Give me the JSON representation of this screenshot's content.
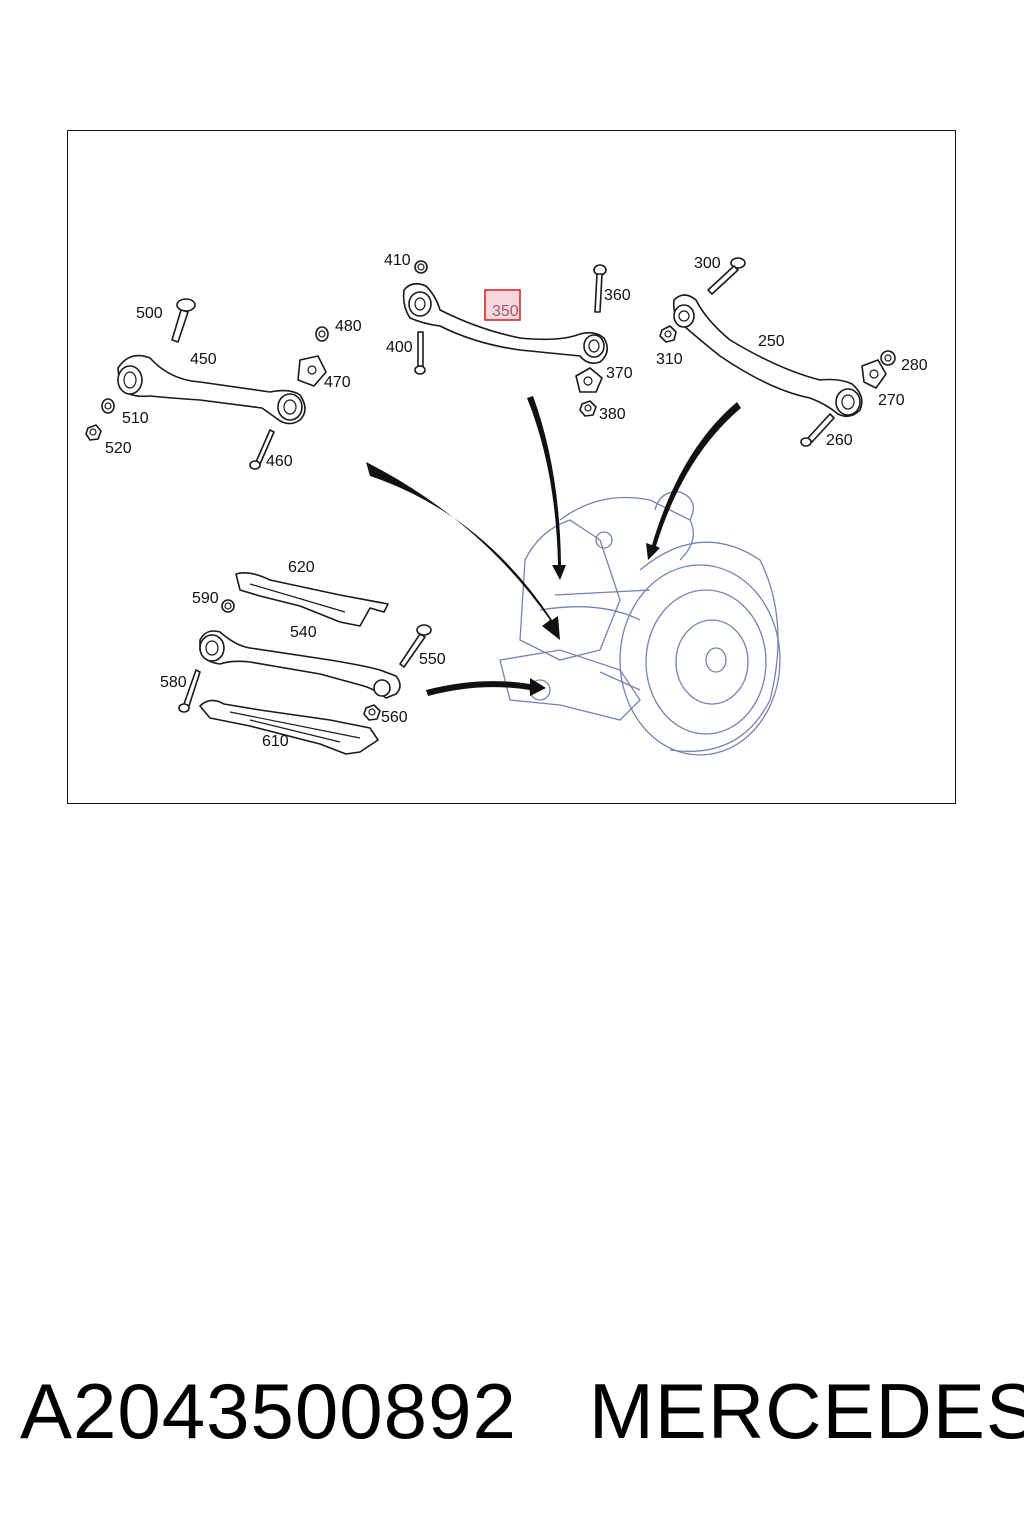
{
  "diagram": {
    "highlighted_part": "350",
    "labels": {
      "p250": "250",
      "p260": "260",
      "p270": "270",
      "p280": "280",
      "p300": "300",
      "p310": "310",
      "p350": "350",
      "p360": "360",
      "p370": "370",
      "p380": "380",
      "p400": "400",
      "p410": "410",
      "p450": "450",
      "p460": "460",
      "p470": "470",
      "p480": "480",
      "p500": "500",
      "p510": "510",
      "p520": "520",
      "p540": "540",
      "p550": "550",
      "p560": "560",
      "p580": "580",
      "p590": "590",
      "p610": "610",
      "p620": "620"
    },
    "colors": {
      "highlight_fill": "#f6d8dc",
      "highlight_stroke": "#d22b2b",
      "ghost_line": "#7880b0"
    }
  },
  "caption": {
    "part_number": "A2043500892",
    "brand": "MERCEDES"
  }
}
